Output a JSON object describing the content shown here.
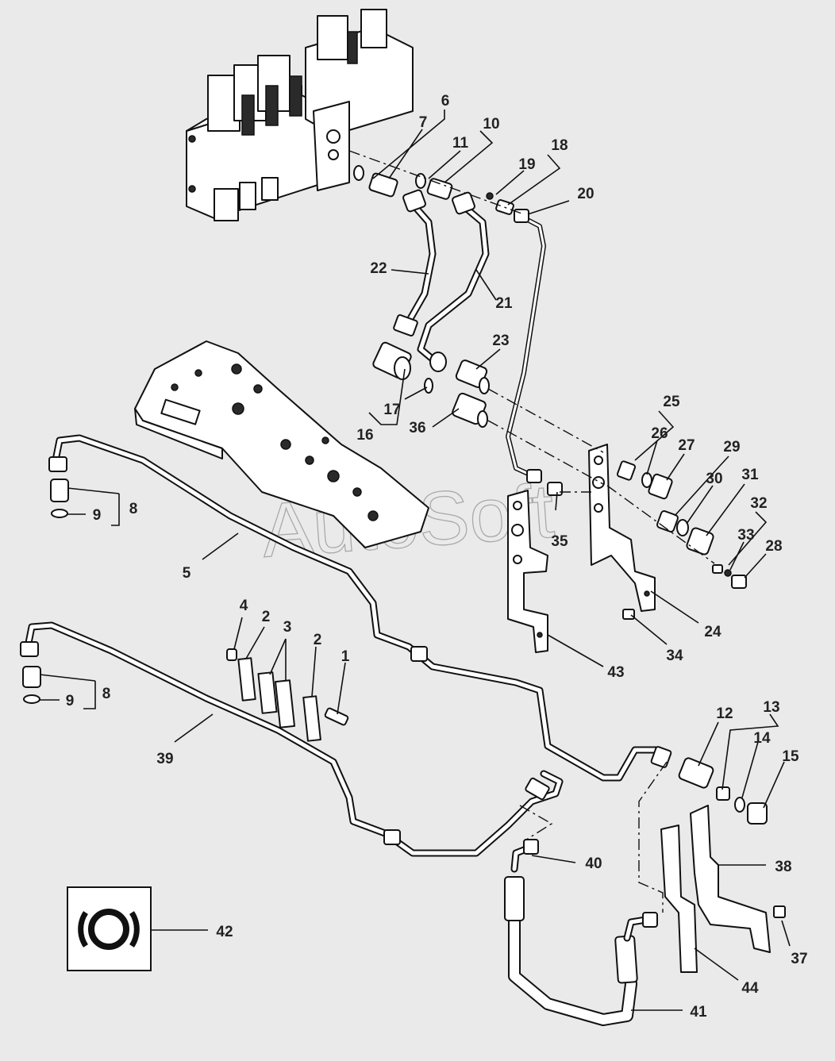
{
  "watermark": "AutoSoft",
  "symbol": {
    "name": "brake-symbol",
    "label": "42"
  },
  "callouts": [
    {
      "id": "c1",
      "text": "1"
    },
    {
      "id": "c2a",
      "text": "2"
    },
    {
      "id": "c2b",
      "text": "2"
    },
    {
      "id": "c3",
      "text": "3"
    },
    {
      "id": "c4",
      "text": "4"
    },
    {
      "id": "c5",
      "text": "5"
    },
    {
      "id": "c6",
      "text": "6"
    },
    {
      "id": "c7",
      "text": "7"
    },
    {
      "id": "c8a",
      "text": "8"
    },
    {
      "id": "c8b",
      "text": "8"
    },
    {
      "id": "c9a",
      "text": "9"
    },
    {
      "id": "c9b",
      "text": "9"
    },
    {
      "id": "c10",
      "text": "10"
    },
    {
      "id": "c11",
      "text": "11"
    },
    {
      "id": "c12",
      "text": "12"
    },
    {
      "id": "c13",
      "text": "13"
    },
    {
      "id": "c14",
      "text": "14"
    },
    {
      "id": "c15",
      "text": "15"
    },
    {
      "id": "c16",
      "text": "16"
    },
    {
      "id": "c17",
      "text": "17"
    },
    {
      "id": "c18",
      "text": "18"
    },
    {
      "id": "c19",
      "text": "19"
    },
    {
      "id": "c20",
      "text": "20"
    },
    {
      "id": "c21",
      "text": "21"
    },
    {
      "id": "c22",
      "text": "22"
    },
    {
      "id": "c23",
      "text": "23"
    },
    {
      "id": "c24",
      "text": "24"
    },
    {
      "id": "c25",
      "text": "25"
    },
    {
      "id": "c26",
      "text": "26"
    },
    {
      "id": "c27",
      "text": "27"
    },
    {
      "id": "c28",
      "text": "28"
    },
    {
      "id": "c29",
      "text": "29"
    },
    {
      "id": "c30",
      "text": "30"
    },
    {
      "id": "c31",
      "text": "31"
    },
    {
      "id": "c32",
      "text": "32"
    },
    {
      "id": "c33",
      "text": "33"
    },
    {
      "id": "c34",
      "text": "34"
    },
    {
      "id": "c35",
      "text": "35"
    },
    {
      "id": "c36",
      "text": "36"
    },
    {
      "id": "c37",
      "text": "37"
    },
    {
      "id": "c38",
      "text": "38"
    },
    {
      "id": "c39",
      "text": "39"
    },
    {
      "id": "c40",
      "text": "40"
    },
    {
      "id": "c41",
      "text": "41"
    },
    {
      "id": "c42",
      "text": "42"
    },
    {
      "id": "c43",
      "text": "43"
    },
    {
      "id": "c44",
      "text": "44"
    }
  ]
}
